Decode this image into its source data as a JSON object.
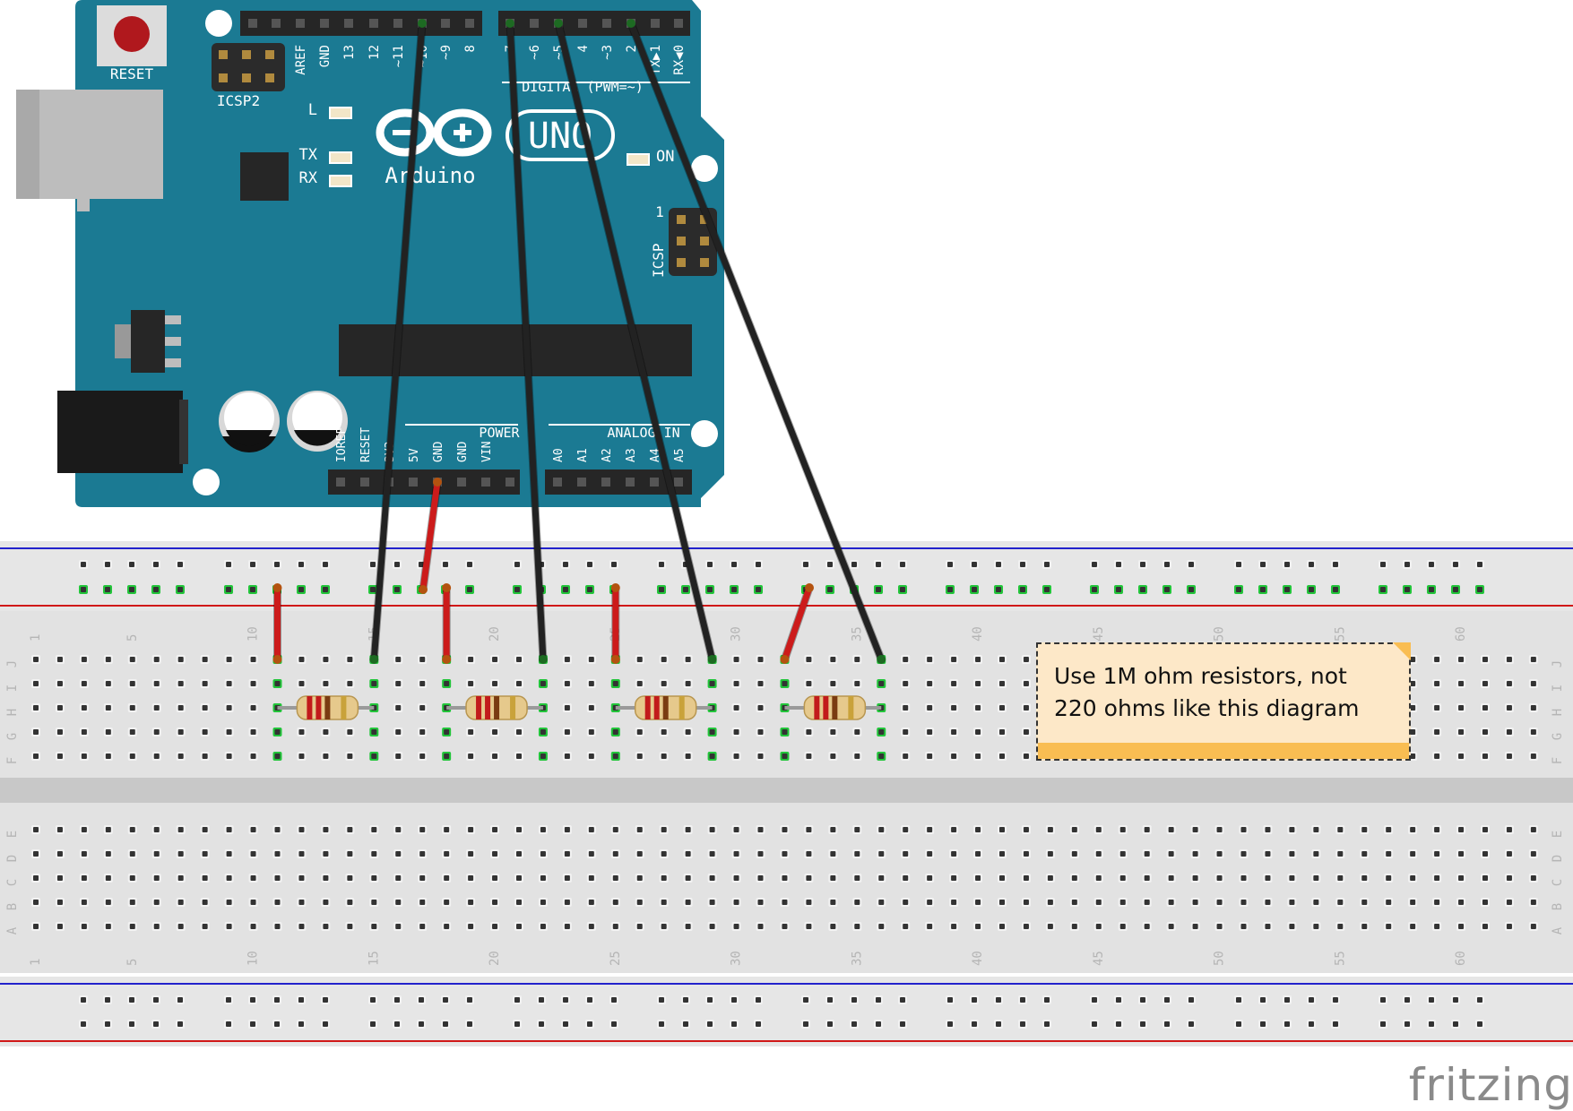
{
  "arduino": {
    "board_color": "#1b7a93",
    "reset_label": "RESET",
    "icsp2_label": "ICSP2",
    "icsp_label": "ICSP",
    "icsp_pin1": "1",
    "led_labels": [
      "L",
      "TX",
      "RX",
      "ON"
    ],
    "logo_text": "Arduino",
    "model_text": "UNO",
    "digital_label": "DIGITAL (PWM=~)",
    "digital_pins": [
      "AREF",
      "GND",
      "13",
      "12",
      "~11",
      "~10",
      "~9",
      "8",
      "7",
      "~6",
      "~5",
      "4",
      "~3",
      "2",
      "TX▶1",
      "RX◀0"
    ],
    "power_label": "POWER",
    "power_pins": [
      "IOREF",
      "RESET",
      "3V3",
      "5V",
      "GND",
      "GND",
      "VIN"
    ],
    "analog_label": "ANALOG IN",
    "analog_pins": [
      "A0",
      "A1",
      "A2",
      "A3",
      "A4",
      "A5"
    ]
  },
  "breadboard": {
    "row_letters_top": [
      "J",
      "I",
      "H",
      "G",
      "F"
    ],
    "row_letters_bottom": [
      "E",
      "D",
      "C",
      "B",
      "A"
    ],
    "column_numbers": [
      "1",
      "5",
      "10",
      "15",
      "20",
      "25",
      "30",
      "35",
      "40",
      "45",
      "50",
      "55",
      "60"
    ]
  },
  "wires": {
    "signal_color": "#222222",
    "power_color": "#cc1b1b"
  },
  "resistor": {
    "body_color": "#e6c98c"
  },
  "note": {
    "text": "Use 1M ohm resistors, not 220 ohms like this diagram"
  },
  "watermark": {
    "text": "fritzing"
  }
}
